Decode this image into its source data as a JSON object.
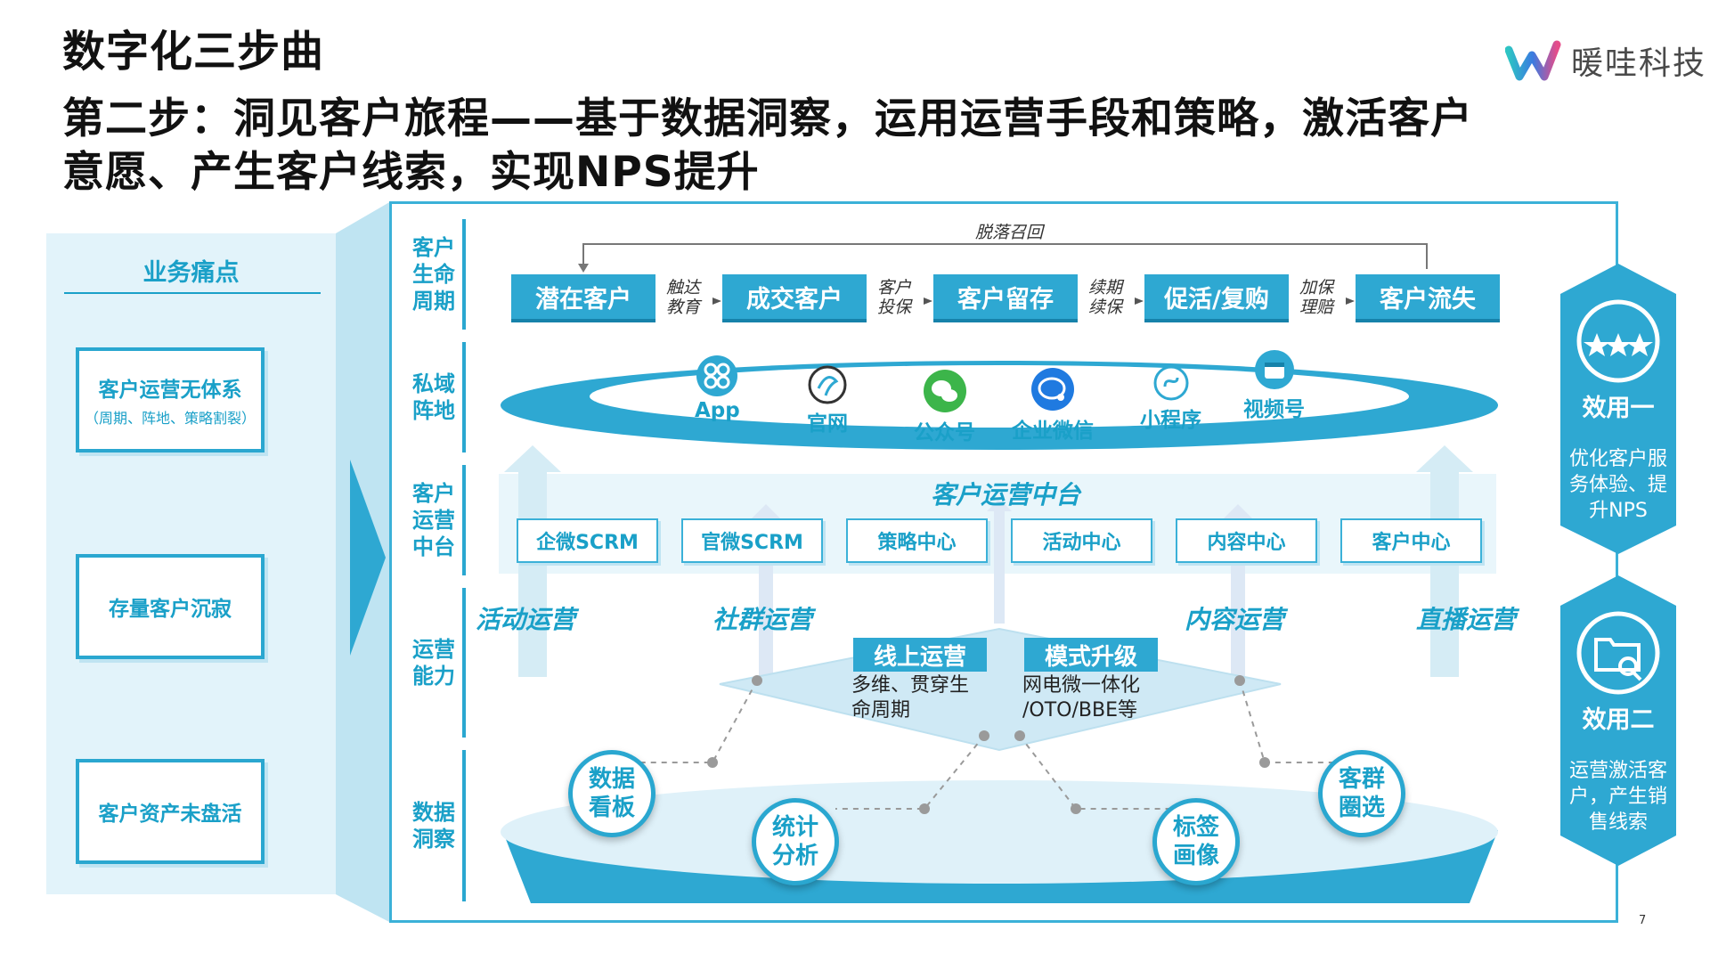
{
  "page_title": "数字化三步曲",
  "headline_line1": "第二步：洞见客户旅程——基于数据洞察，运用运营手段和策略，激活客户",
  "headline_line2": "意愿、产生客户线索，实现NPS提升",
  "logo_text": "暖哇科技",
  "pain_points": {
    "header": "业务痛点",
    "items": [
      {
        "main": "客户运营无体系",
        "sub": "（周期、阵地、策略割裂）"
      },
      {
        "main": "存量客户沉寂"
      },
      {
        "main": "客户资产未盘活"
      }
    ]
  },
  "row_labels": [
    "客户生命周期",
    "私域阵地",
    "客户运营中台",
    "运营能力",
    "数据洞察"
  ],
  "lifecycle": {
    "loop_label": "脱落召回",
    "stages": [
      "潜在客户",
      "成交客户",
      "客户留存",
      "促活/复购",
      "客户流失"
    ],
    "connectors": [
      [
        "触达",
        "教育"
      ],
      [
        "客户",
        "投保"
      ],
      [
        "续期",
        "续保"
      ],
      [
        "加保",
        "理赔"
      ]
    ]
  },
  "private_domain": [
    {
      "label": "App",
      "icon": "app-grid-icon"
    },
    {
      "label": "官网",
      "icon": "website-icon"
    },
    {
      "label": "公众号",
      "icon": "wechat-icon"
    },
    {
      "label": "企业微信",
      "icon": "wecom-icon"
    },
    {
      "label": "小程序",
      "icon": "mini-program-icon"
    },
    {
      "label": "视频号",
      "icon": "video-channel-icon"
    }
  ],
  "platform": {
    "title": "客户运营中台",
    "modules": [
      "企微SCRM",
      "官微SCRM",
      "策略中心",
      "活动中心",
      "内容中心",
      "客户中心"
    ]
  },
  "operations": {
    "labels": [
      "活动运营",
      "社群运营",
      "内容运营",
      "直播运营"
    ],
    "online": {
      "title": "线上运营",
      "desc": [
        "多维、贯穿生",
        "命周期"
      ]
    },
    "upgrade": {
      "title": "模式升级",
      "desc": [
        "网电微一体化",
        "/OTO/BBE等"
      ]
    }
  },
  "data_insight": [
    [
      "数据",
      "看板"
    ],
    [
      "统计",
      "分析"
    ],
    [
      "标签",
      "画像"
    ],
    [
      "客群",
      "圈选"
    ]
  ],
  "effects": [
    {
      "title": "效用一",
      "desc": [
        "优化客户服",
        "务体验、提",
        "升NPS"
      ],
      "icon": "three-stars-icon"
    },
    {
      "title": "效用二",
      "desc": [
        "运营激活客",
        "户，产生销",
        "售线索"
      ],
      "icon": "folder-search-icon"
    }
  ],
  "page_number": "7",
  "colors": {
    "accent": "#2ea8d2",
    "accent_dark": "#1682aa",
    "label": "#1aa0c8",
    "panel": "#e2f3fa"
  }
}
